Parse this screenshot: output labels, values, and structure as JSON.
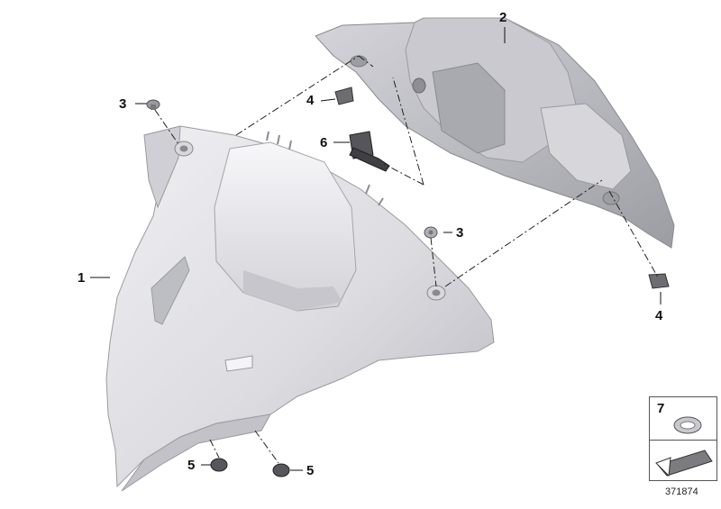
{
  "diagram": {
    "title": "",
    "diagram_id": "371874",
    "callouts": {
      "front_cover": "1",
      "rear_cover": "2",
      "screw_top": "3",
      "screw_right": "3",
      "clip_upper": "4",
      "clip_lower": "4",
      "nut_left": "5",
      "nut_right": "5",
      "plug": "6",
      "legend_item": "7"
    },
    "colors": {
      "part_light": "#e6e6ea",
      "part_mid": "#c4c4ca",
      "part_dark": "#8a8a90",
      "line": "#222222"
    }
  }
}
